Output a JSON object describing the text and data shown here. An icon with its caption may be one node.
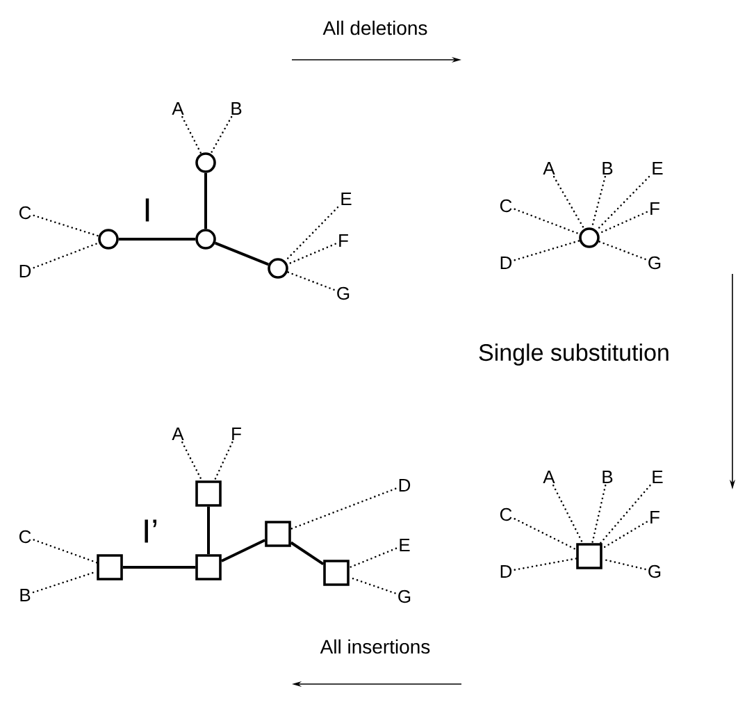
{
  "diagram": {
    "nodes": [
      {
        "text": [],
        "shape": "circle"
      },
      {
        "text": [],
        "shape": "circle"
      },
      {
        "text": [],
        "shape": "circle"
      },
      {
        "text": [],
        "shape": "circle"
      },
      {
        "text": [
          "A"
        ]
      },
      {
        "text": [
          "B"
        ]
      },
      {
        "text": [
          "C"
        ]
      },
      {
        "text": [
          "D"
        ]
      },
      {
        "text": [
          "E"
        ]
      },
      {
        "text": [
          "F"
        ]
      },
      {
        "text": [
          "G"
        ]
      },
      {
        "text": [],
        "shape": "circle"
      },
      {
        "text": [
          "A"
        ]
      },
      {
        "text": [
          "B"
        ]
      },
      {
        "text": [
          "E"
        ]
      },
      {
        "text": [
          "C"
        ]
      },
      {
        "text": [
          "F"
        ]
      },
      {
        "text": [
          "D"
        ]
      },
      {
        "text": [
          "G"
        ]
      },
      {
        "text": [],
        "shape": "box"
      },
      {
        "text": [],
        "shape": "box"
      },
      {
        "text": [],
        "shape": "box"
      },
      {
        "text": [],
        "shape": "box"
      },
      {
        "text": [],
        "shape": "box"
      },
      {
        "text": [
          "A"
        ]
      },
      {
        "text": [
          "F"
        ]
      },
      {
        "text": [
          "C"
        ]
      },
      {
        "text": [
          "B"
        ]
      },
      {
        "text": [
          "D"
        ]
      },
      {
        "text": [
          "E"
        ]
      },
      {
        "text": [
          "G"
        ]
      },
      {
        "text": [],
        "shape": "box"
      },
      {
        "text": [
          "A"
        ]
      },
      {
        "text": [
          "B"
        ]
      },
      {
        "text": [
          "E"
        ]
      },
      {
        "text": [
          "C"
        ]
      },
      {
        "text": [
          "F"
        ]
      },
      {
        "text": [
          "D"
        ]
      },
      {
        "text": [
          "G"
        ]
      }
    ],
    "edges": [
      {
        "from": 1,
        "to": 2,
        "arrow": "none"
      },
      {
        "from": 2,
        "to": 0,
        "arrow": "none"
      },
      {
        "from": 2,
        "to": 3,
        "arrow": "none"
      },
      {
        "from": 4,
        "to": 0,
        "arrow": "none",
        "style": "dashed"
      },
      {
        "from": 5,
        "to": 0,
        "arrow": "none",
        "style": "dashed"
      },
      {
        "from": 6,
        "to": 1,
        "arrow": "none",
        "style": "dashed"
      },
      {
        "from": 7,
        "to": 1,
        "arrow": "none",
        "style": "dashed"
      },
      {
        "from": 8,
        "to": 3,
        "arrow": "none",
        "style": "dashed"
      },
      {
        "from": 9,
        "to": 3,
        "arrow": "none",
        "style": "dashed"
      },
      {
        "from": 10,
        "to": 3,
        "arrow": "none",
        "style": "dashed"
      },
      {
        "from": 12,
        "to": 11,
        "arrow": "none",
        "style": "dashed"
      },
      {
        "from": 13,
        "to": 11,
        "arrow": "none",
        "style": "dashed"
      },
      {
        "from": 14,
        "to": 11,
        "arrow": "none",
        "style": "dashed"
      },
      {
        "from": 15,
        "to": 11,
        "arrow": "none",
        "style": "dashed"
      },
      {
        "from": 16,
        "to": 11,
        "arrow": "none",
        "style": "dashed"
      },
      {
        "from": 17,
        "to": 11,
        "arrow": "none",
        "style": "dashed"
      },
      {
        "from": 18,
        "to": 11,
        "arrow": "none",
        "style": "dashed"
      },
      {
        "from": 20,
        "to": 21,
        "arrow": "none"
      },
      {
        "from": 19,
        "to": 21,
        "arrow": "none"
      },
      {
        "from": 21,
        "to": 22,
        "arrow": "none"
      },
      {
        "from": 22,
        "to": 23,
        "arrow": "none"
      },
      {
        "from": 24,
        "to": 19,
        "arrow": "none",
        "style": "dashed"
      },
      {
        "from": 25,
        "to": 19,
        "arrow": "none",
        "style": "dashed"
      },
      {
        "from": 26,
        "to": 20,
        "arrow": "none",
        "style": "dashed"
      },
      {
        "from": 27,
        "to": 20,
        "arrow": "none",
        "style": "dashed"
      },
      {
        "from": 28,
        "to": 22,
        "arrow": "none",
        "style": "dashed"
      },
      {
        "from": 29,
        "to": 23,
        "arrow": "none",
        "style": "dashed"
      },
      {
        "from": 30,
        "to": 23,
        "arrow": "none",
        "style": "dashed"
      },
      {
        "from": 32,
        "to": 31,
        "arrow": "none",
        "style": "dashed"
      },
      {
        "from": 33,
        "to": 31,
        "arrow": "none",
        "style": "dashed"
      },
      {
        "from": 34,
        "to": 31,
        "arrow": "none",
        "style": "dashed"
      },
      {
        "from": 35,
        "to": 31,
        "arrow": "none",
        "style": "dashed"
      },
      {
        "from": 36,
        "to": 31,
        "arrow": "none",
        "style": "dashed"
      },
      {
        "from": 37,
        "to": 31,
        "arrow": "none",
        "style": "dashed"
      },
      {
        "from": 38,
        "to": 31,
        "arrow": "none",
        "style": "dashed"
      }
    ],
    "labels": [
      "All deletions",
      "I",
      "Single substitution",
      "I’",
      "All insertions"
    ]
  }
}
